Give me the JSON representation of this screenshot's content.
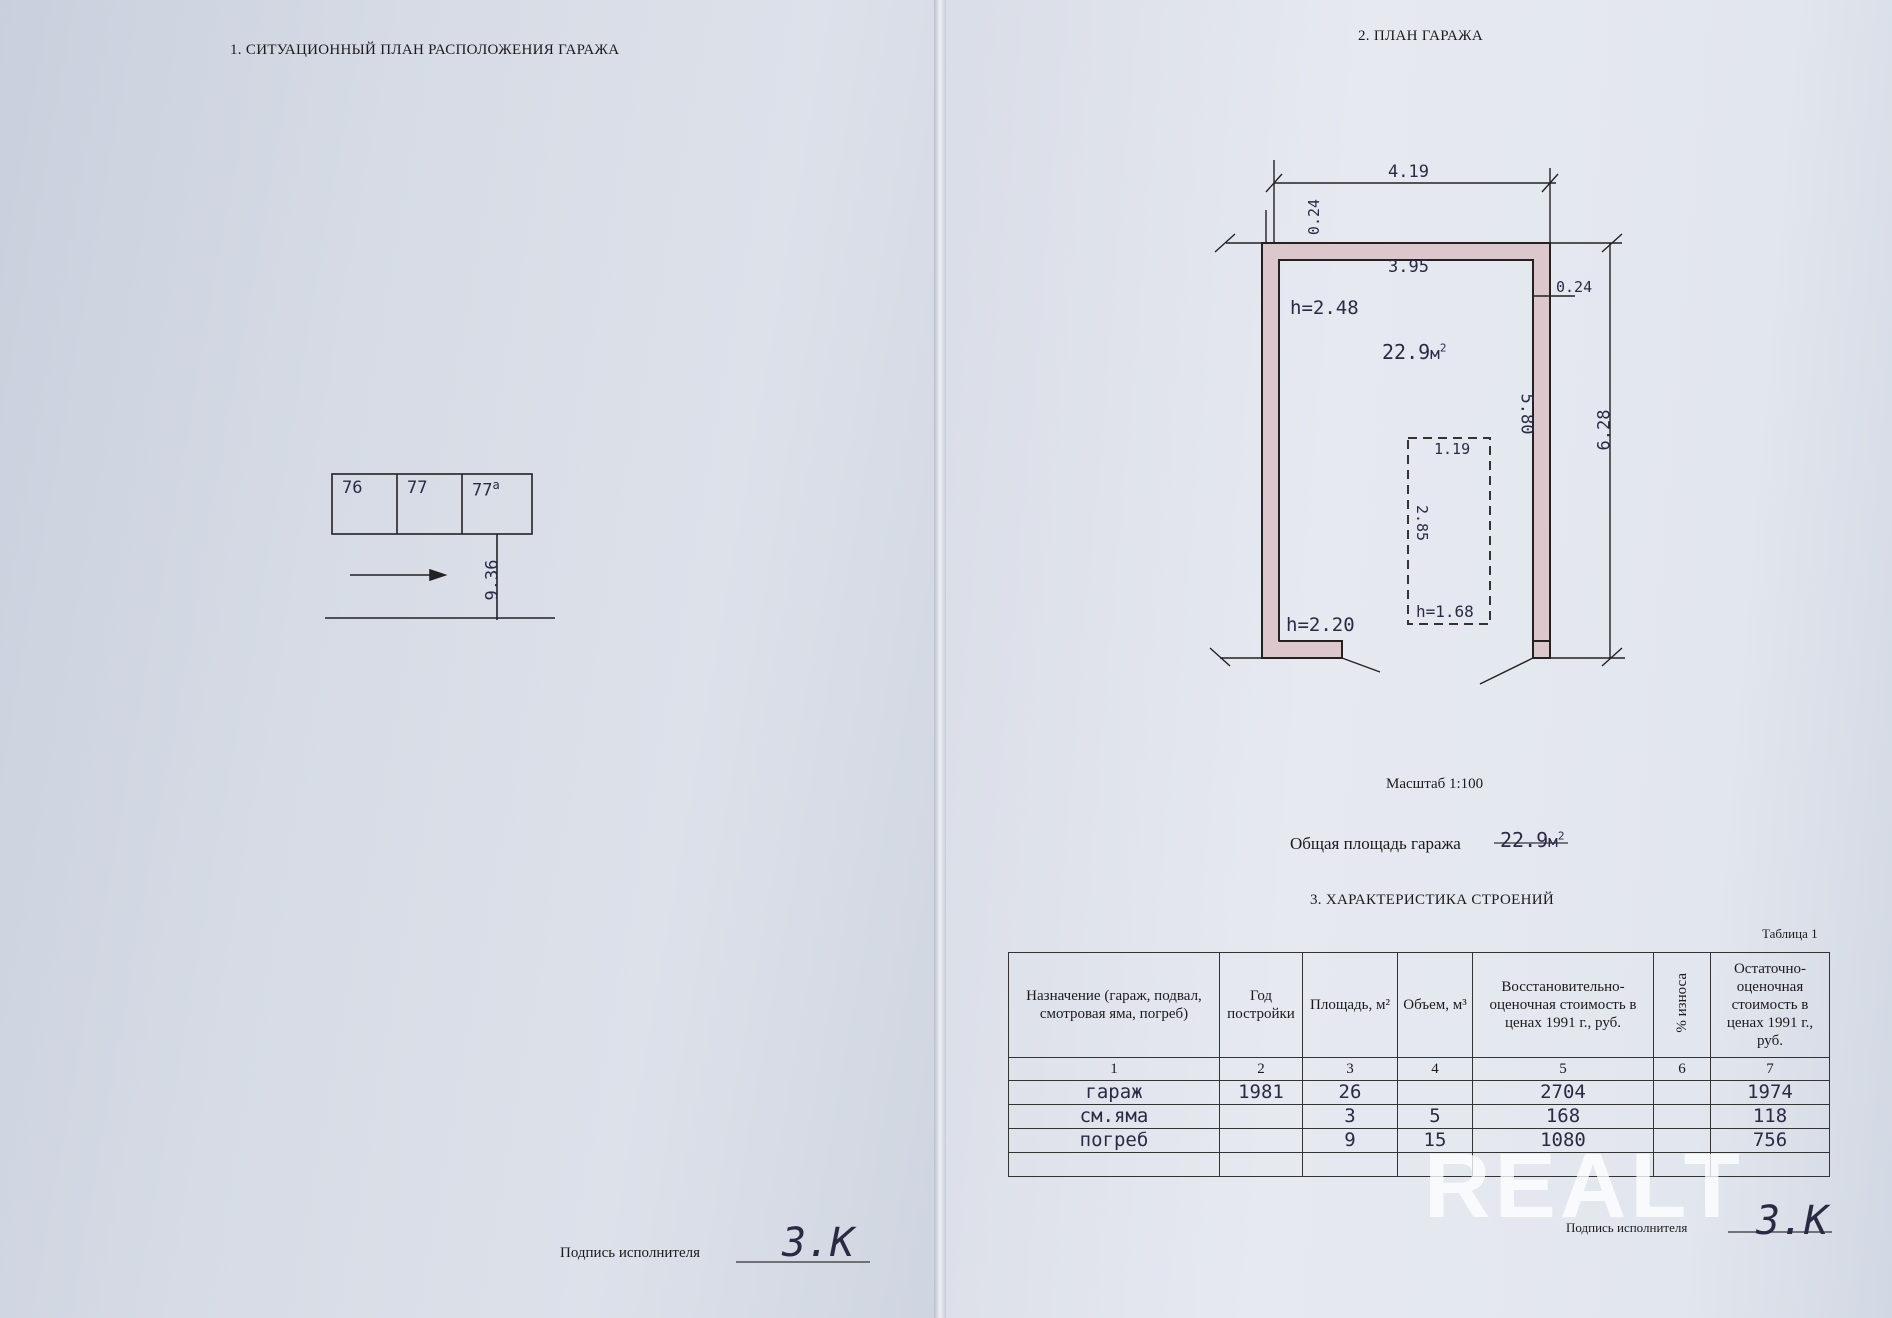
{
  "left_page": {
    "title": "1. СИТУАЦИОННЫЙ ПЛАН РАСПОЛОЖЕНИЯ ГАРАЖА",
    "plots": [
      "76",
      "77",
      "77"
    ],
    "plot_suffix": "а",
    "dimension": "9.36",
    "signature_label": "Подпись исполнителя",
    "signature": "З.К"
  },
  "right_page": {
    "title": "2. ПЛАН ГАРАЖА",
    "plan": {
      "outer_width": "4.19",
      "inner_width": "3.95",
      "wall_top": "0.24",
      "wall_right": "0.24",
      "inner_length": "5.80",
      "outer_length": "6.28",
      "height_top": "h=2.48",
      "height_bottom": "h=2.20",
      "area": "22.9",
      "area_unit": "м",
      "area_unit_sup": "2",
      "pit_width": "1.19",
      "pit_length": "2.85",
      "pit_height": "h=1.68"
    },
    "scale": "Масштаб 1:100",
    "total_area_label": "Общая площадь гаража",
    "total_area_value": "22.9",
    "total_area_unit": "м",
    "total_area_unit_sup": "2",
    "section3_title": "3. ХАРАКТЕРИСТИКА СТРОЕНИЙ",
    "table_label": "Таблица 1",
    "table": {
      "headers": [
        "Назначение (гараж, подвал, смотровая яма, погреб)",
        "Год постройки",
        "Площадь, м²",
        "Объем, м³",
        "Восстановительно-оценочная стоимость в ценах 1991 г., руб.",
        "% износа",
        "Остаточно-оценочная стоимость в ценах 1991 г., руб."
      ],
      "numbers": [
        "1",
        "2",
        "3",
        "4",
        "5",
        "6",
        "7"
      ],
      "rows": [
        [
          "гараж",
          "1981",
          "26",
          "",
          "2704",
          "",
          "1974"
        ],
        [
          "см.яма",
          "",
          "3",
          "5",
          "168",
          "",
          "118"
        ],
        [
          "погреб",
          "",
          "9",
          "15",
          "1080",
          "",
          "756"
        ],
        [
          "",
          "",
          "",
          "",
          "",
          "",
          ""
        ]
      ]
    },
    "signature_label": "Подпись исполнителя",
    "signature": "З.К"
  },
  "watermark": "REALT"
}
